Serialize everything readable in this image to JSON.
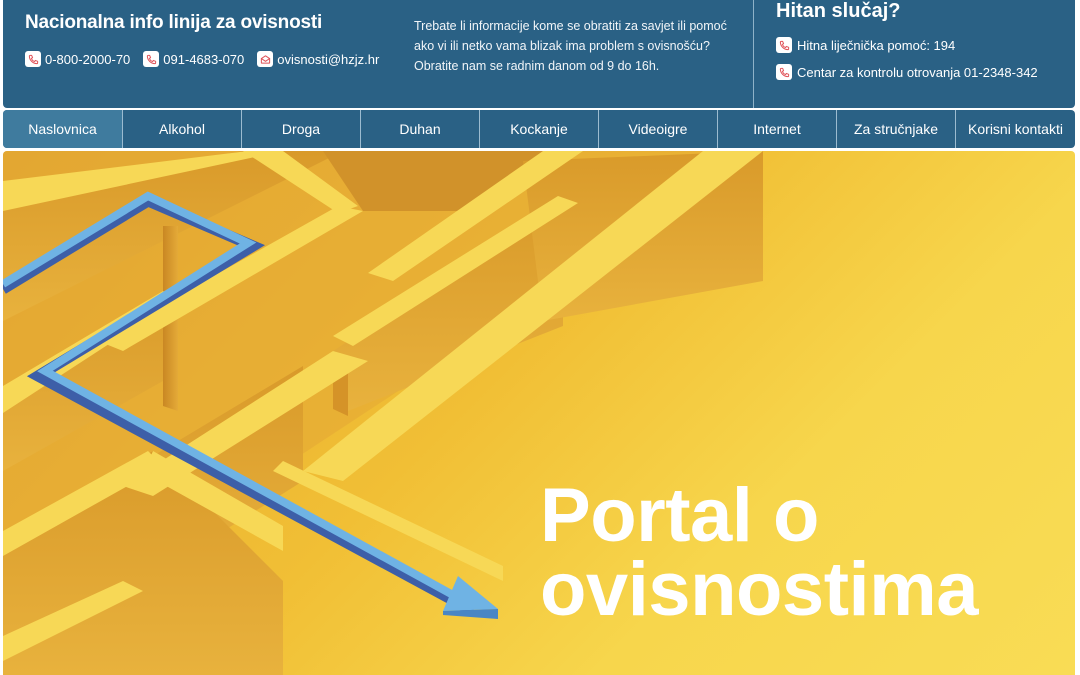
{
  "header": {
    "title": "Nacionalna info linija za ovisnosti",
    "contacts": [
      {
        "icon": "phone-icon",
        "label": "0-800-2000-70"
      },
      {
        "icon": "phone-icon",
        "label": "091-4683-070"
      },
      {
        "icon": "mail-icon",
        "label": "ovisnosti@hzjz.hr"
      }
    ],
    "info_text": "Trebate li informacije kome se obratiti za savjet ili pomoć ako vi ili netko vama blizak ima problem s ovisnošću? Obratite nam se radnim danom od 9 do 16h.",
    "urgent": {
      "title": "Hitan slučaj?",
      "items": [
        {
          "icon": "phone-icon",
          "label": "Hitna liječnička pomoć: 194"
        },
        {
          "icon": "phone-icon",
          "label": "Centar za kontrolu otrovanja 01-2348-342"
        }
      ]
    }
  },
  "nav": {
    "items": [
      {
        "label": "Naslovnica",
        "active": true
      },
      {
        "label": "Alkohol"
      },
      {
        "label": "Droga"
      },
      {
        "label": "Duhan"
      },
      {
        "label": "Kockanje"
      },
      {
        "label": "Videoigre"
      },
      {
        "label": "Internet"
      },
      {
        "label": "Za stručnjake"
      },
      {
        "label": "Korisni kontakti"
      }
    ]
  },
  "hero": {
    "title_line1": "Portal o",
    "title_line2": "ovisnostima",
    "image": "yellow-maze-with-blue-arrow"
  },
  "colors": {
    "header_bg": "#2a6185",
    "nav_active_bg": "#3f7b9e",
    "icon_accent": "#e0555b",
    "hero_yellow": "#f7d64c",
    "arrow_blue": "#6aaee0"
  }
}
